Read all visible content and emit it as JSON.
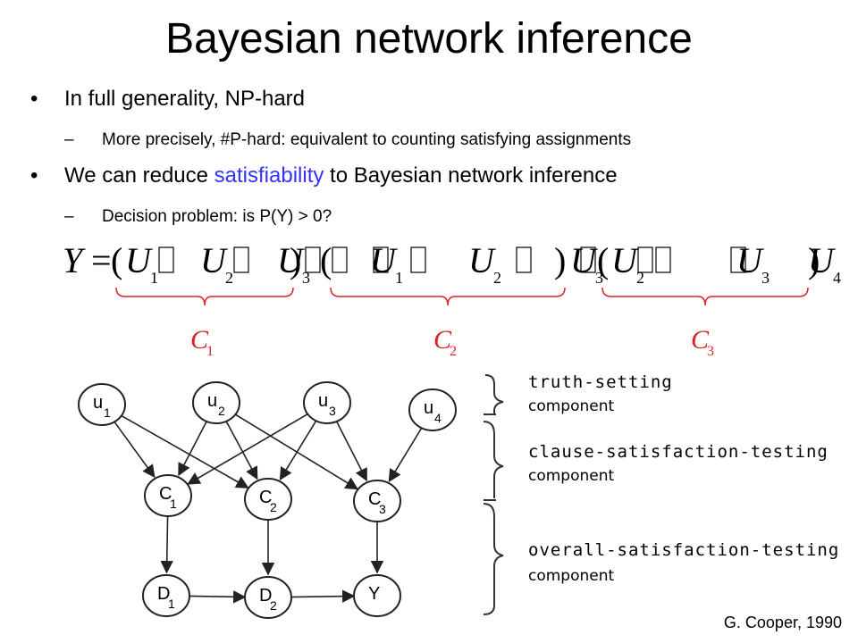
{
  "title": "Bayesian network inference",
  "bullets": [
    {
      "text": "In full generality, NP-hard",
      "sub": [
        "More precisely, #P-hard: equivalent to counting satisfying assignments"
      ]
    },
    {
      "text_before": "We can reduce ",
      "highlight": "satisfiability",
      "text_after": " to Bayesian network inference",
      "sub": [
        "Decision problem: is P(Y) > 0?"
      ]
    }
  ],
  "bullet_symbol": "•",
  "sub_symbol": "–",
  "formula": {
    "lhs": "Y",
    "equals": "=",
    "open": "(",
    "close": ")",
    "box": "□",
    "u": "U",
    "clauses": [
      {
        "vars": [
          "1",
          "2",
          "3"
        ],
        "negated_prefix": [
          false,
          false,
          false
        ]
      },
      {
        "vars": [
          "1",
          "2",
          "3"
        ],
        "negated_prefix": [
          true,
          true,
          false
        ]
      },
      {
        "vars": [
          "2",
          "3",
          "4"
        ],
        "negated_prefix": [
          false,
          true,
          false
        ]
      }
    ],
    "clause_labels": [
      {
        "letter": "C",
        "sub": "1"
      },
      {
        "letter": "C",
        "sub": "2"
      },
      {
        "letter": "C",
        "sub": "3"
      }
    ],
    "brace_color": "#dd2222",
    "label_color": "#dd2222"
  },
  "network": {
    "nodes": {
      "u1": {
        "letter": "u",
        "sub": "1"
      },
      "u2": {
        "letter": "u",
        "sub": "2"
      },
      "u3": {
        "letter": "u",
        "sub": "3"
      },
      "u4": {
        "letter": "u",
        "sub": "4"
      },
      "c1": {
        "letter": "C",
        "sub": "1"
      },
      "c2": {
        "letter": "C",
        "sub": "2"
      },
      "c3": {
        "letter": "C",
        "sub": "3"
      },
      "d1": {
        "letter": "D",
        "sub": "1"
      },
      "d2": {
        "letter": "D",
        "sub": "2"
      },
      "y": {
        "letter": "Y",
        "sub": ""
      }
    },
    "edges": [
      [
        "u1",
        "c1"
      ],
      [
        "u1",
        "c2"
      ],
      [
        "u2",
        "c1"
      ],
      [
        "u2",
        "c2"
      ],
      [
        "u2",
        "c3"
      ],
      [
        "u3",
        "c1"
      ],
      [
        "u3",
        "c2"
      ],
      [
        "u3",
        "c3"
      ],
      [
        "u4",
        "c3"
      ],
      [
        "c1",
        "d1"
      ],
      [
        "c2",
        "d2"
      ],
      [
        "c3",
        "y"
      ],
      [
        "d1",
        "d2"
      ],
      [
        "d2",
        "y"
      ]
    ],
    "components": [
      {
        "line1": "truth-setting",
        "line2": "component"
      },
      {
        "line1": "clause-satisfaction-testing",
        "line2": "component"
      },
      {
        "line1": "overall-satisfaction-testing",
        "line2": "component"
      }
    ]
  },
  "citation": "G. Cooper, 1990"
}
